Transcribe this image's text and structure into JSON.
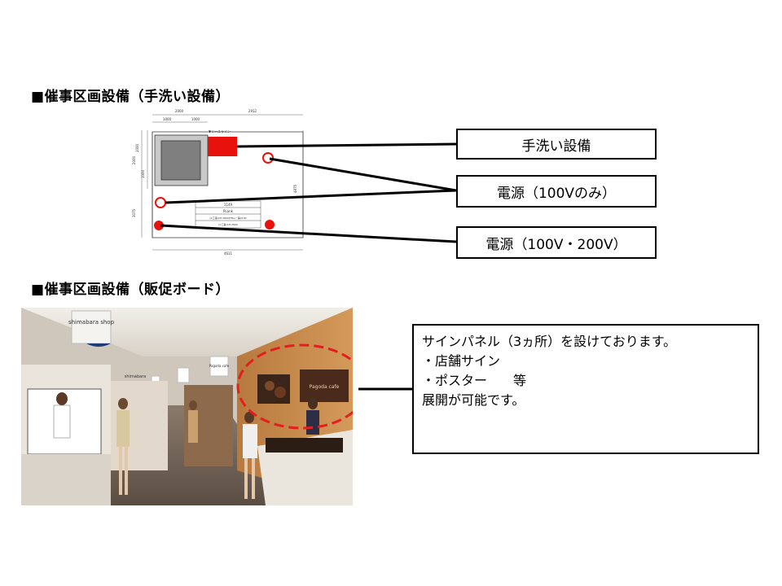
{
  "section_handwash": {
    "title": "■催事区画設備（手洗い設備）",
    "labels": [
      "手洗い設備",
      "電源（100Vのみ）",
      "電源（100V・200V）"
    ],
    "plan": {
      "dims_top": [
        "2000",
        "2912"
      ],
      "dims_top_sub": [
        "1000",
        "1000"
      ],
      "dims_left": [
        "1000",
        "2000",
        "1000",
        "3075"
      ],
      "dim_right": "4875",
      "dim_bottom": "4611",
      "counter_label": "▼リースライン",
      "table_rows": [
        "1149",
        "PLank",
        "(A工事)CH:2800(F8A)・開2100",
        "(C工事)CH:2800"
      ]
    }
  },
  "section_board": {
    "title": "■催事区画設備（販促ボード）",
    "note_lines": [
      "サインパネル（3ヵ所）を設けております。",
      "・店舗サイン",
      "・ポスター　　等",
      "展開が可能です。"
    ],
    "photo_signs": [
      "shimabara shop",
      "shimabara",
      "Pagoda cafe",
      "Pagoda cafe"
    ]
  },
  "colors": {
    "accent_red": "#e8120c",
    "dashed_red": "#e31e1e"
  }
}
